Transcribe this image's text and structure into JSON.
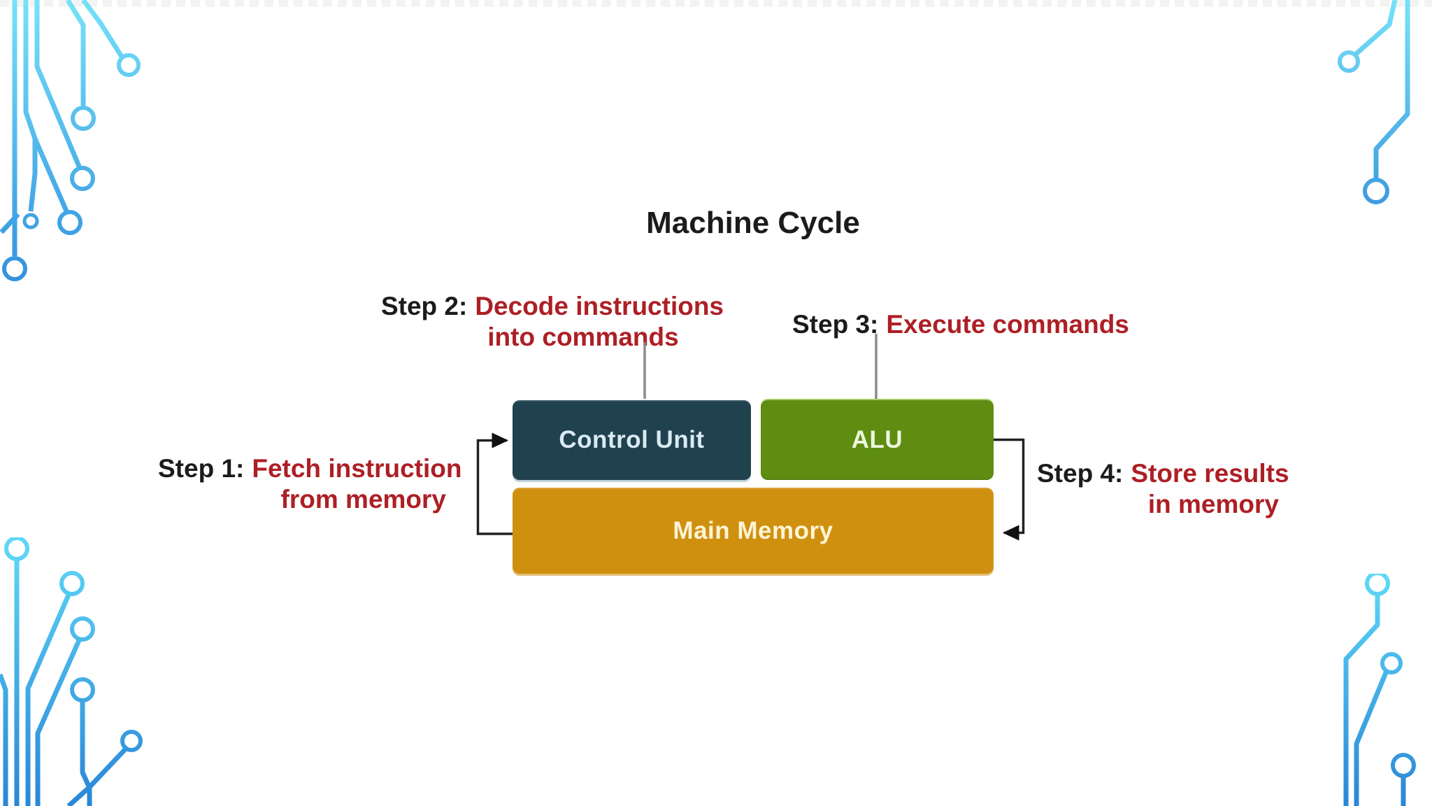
{
  "title": "Machine Cycle",
  "diagram": {
    "boxes": [
      {
        "id": "control-unit",
        "label": "Control Unit",
        "color": "#20414e",
        "text_color": "#d9eaf2"
      },
      {
        "id": "alu",
        "label": "ALU",
        "color": "#5e8d11",
        "text_color": "#ecf7dd"
      },
      {
        "id": "main-memory",
        "label": "Main Memory",
        "color": "#d0900f",
        "text_color": "#fdf4d6"
      }
    ],
    "steps": [
      {
        "prefix": "Step 1:",
        "line1": "Fetch instruction",
        "line2": "from memory"
      },
      {
        "prefix": "Step 2:",
        "line1": "Decode instructions",
        "line2": "into commands"
      },
      {
        "prefix": "Step 3:",
        "line1": "Execute commands",
        "line2": ""
      },
      {
        "prefix": "Step 4:",
        "line1": "Store results",
        "line2": "in memory"
      }
    ],
    "arrows": [
      {
        "from": "main-memory",
        "to": "control-unit",
        "side": "left"
      },
      {
        "from": "alu",
        "to": "main-memory",
        "side": "right"
      }
    ],
    "colors": {
      "step_label": "#1b1b1b",
      "step_text": "#ad1f25",
      "connector_line": "#8b8b8b",
      "arrow": "#222222",
      "decoration_cyan": "#66dcf8",
      "decoration_blue": "#2f8ede"
    },
    "decorations": [
      "circuit-trace-top-left",
      "circuit-trace-top-right",
      "circuit-trace-bottom-left",
      "circuit-trace-bottom-right"
    ]
  }
}
